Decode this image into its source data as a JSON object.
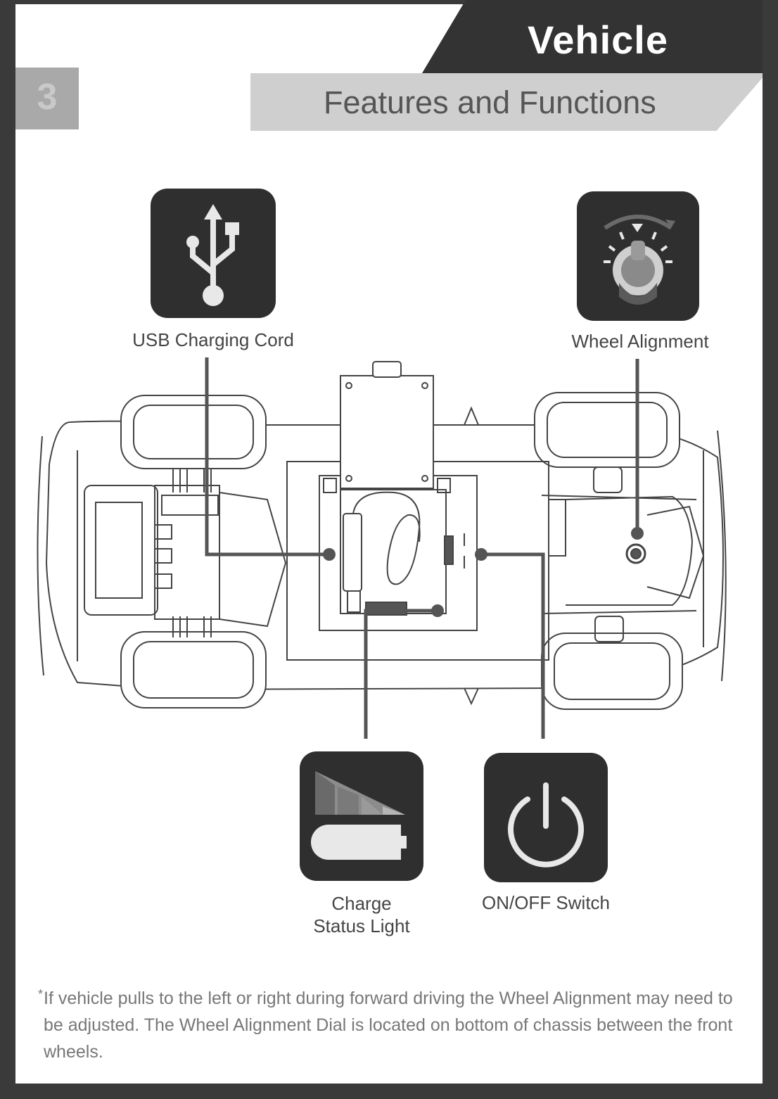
{
  "header": {
    "title": "Vehicle",
    "subtitle": "Features and Functions",
    "section_number": "3"
  },
  "features": {
    "usb": {
      "label": "USB Charging Cord",
      "icon": "usb-icon"
    },
    "wheel_alignment": {
      "label": "Wheel Alignment",
      "icon": "alignment-dial-icon"
    },
    "charge_status": {
      "label_line1": "Charge",
      "label_line2": "Status Light",
      "icon": "battery-charge-icon"
    },
    "power": {
      "label": "ON/OFF Switch",
      "icon": "power-icon"
    }
  },
  "footnote": {
    "marker": "*",
    "text": "If vehicle pulls to the left or right during forward driving the Wheel Alignment may need to be adjusted. The Wheel Alignment Dial is located on bottom of chassis between the front wheels."
  },
  "colors": {
    "tile": "#2f2f2f",
    "border": "#3a3a3a",
    "band": "#cfcfcf"
  }
}
